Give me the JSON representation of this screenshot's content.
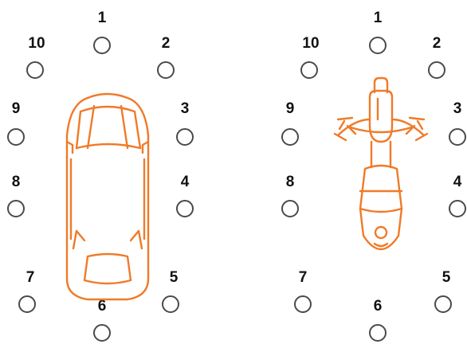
{
  "colors": {
    "vehicle_stroke": "#F07A28",
    "marker_stroke": "#4A4A4A",
    "label_fill": "#111111"
  },
  "diagrams": [
    {
      "vehicle": "car-top-view",
      "positions": [
        "1",
        "2",
        "3",
        "4",
        "5",
        "6",
        "7",
        "8",
        "9",
        "10"
      ]
    },
    {
      "vehicle": "motorcycle-top-view",
      "positions": [
        "1",
        "2",
        "3",
        "4",
        "5",
        "6",
        "7",
        "8",
        "9",
        "10"
      ]
    }
  ]
}
